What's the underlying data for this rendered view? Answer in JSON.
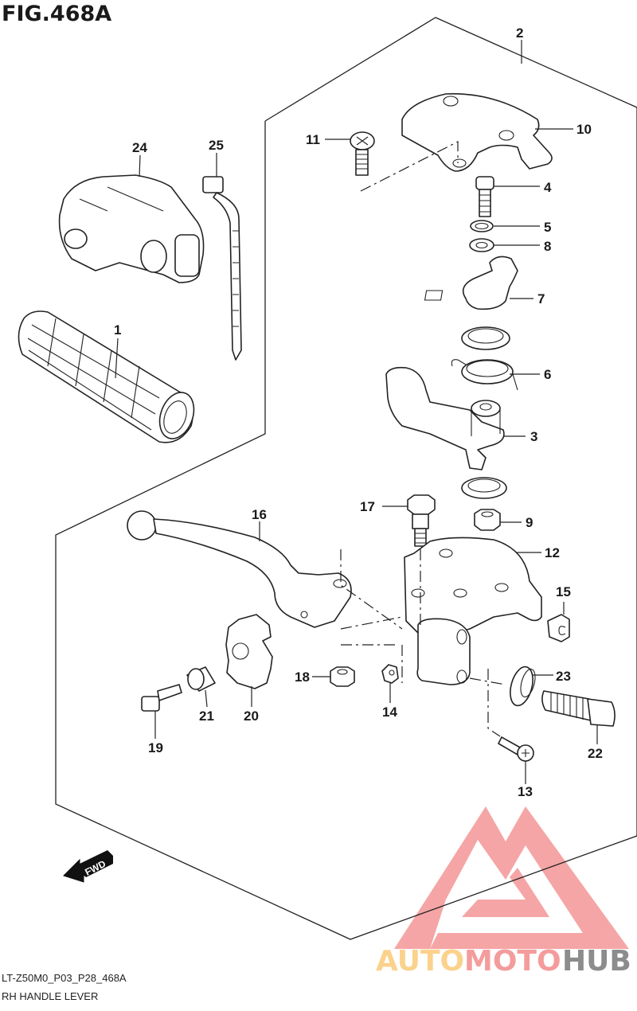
{
  "figure": {
    "title": "FIG.468A",
    "code": "LT-Z50M0_P03_P28_468A",
    "name": "RH HANDLE LEVER",
    "fwd_label": "FWD"
  },
  "callouts": {
    "p1": "1",
    "p2": "2",
    "p3": "3",
    "p4": "4",
    "p5": "5",
    "p6": "6",
    "p7": "7",
    "p8": "8",
    "p9": "9",
    "p10": "10",
    "p11": "11",
    "p12": "12",
    "p13": "13",
    "p14": "14",
    "p15": "15",
    "p16": "16",
    "p17": "17",
    "p18": "18",
    "p19": "19",
    "p20": "20",
    "p21": "21",
    "p22": "22",
    "p23": "23",
    "p24": "24",
    "p25": "25"
  },
  "watermark": {
    "part1": "AUTO",
    "part2": "MOTO",
    "part3": "HUB",
    "colors": {
      "auto": "#fbd28c",
      "moto": "#f49c9c",
      "hub": "#8c8c8c",
      "logo": "#f49c9c"
    }
  }
}
